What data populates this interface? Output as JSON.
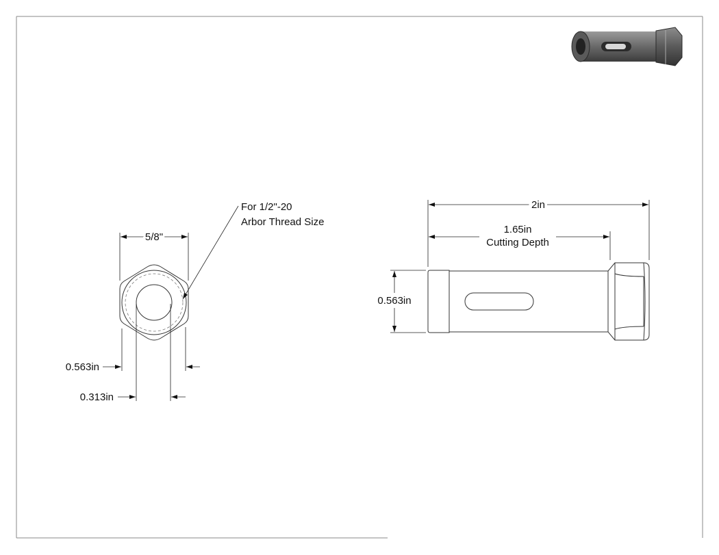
{
  "front_view": {
    "hex_dim": "5/8\"",
    "outer_dim": "0.563in",
    "bore_dim": "0.313in",
    "note_line1": "For 1/2\"-20",
    "note_line2": "Arbor Thread Size"
  },
  "side_view": {
    "length_dim": "2in",
    "cut_depth_value": "1.65in",
    "cut_depth_label": "Cutting Depth",
    "diameter_dim": "0.563in"
  },
  "colors": {
    "line": "#333333",
    "iso_body": "#6e6e6e",
    "iso_dark": "#3c3c3c",
    "iso_light": "#9a9a9a"
  }
}
